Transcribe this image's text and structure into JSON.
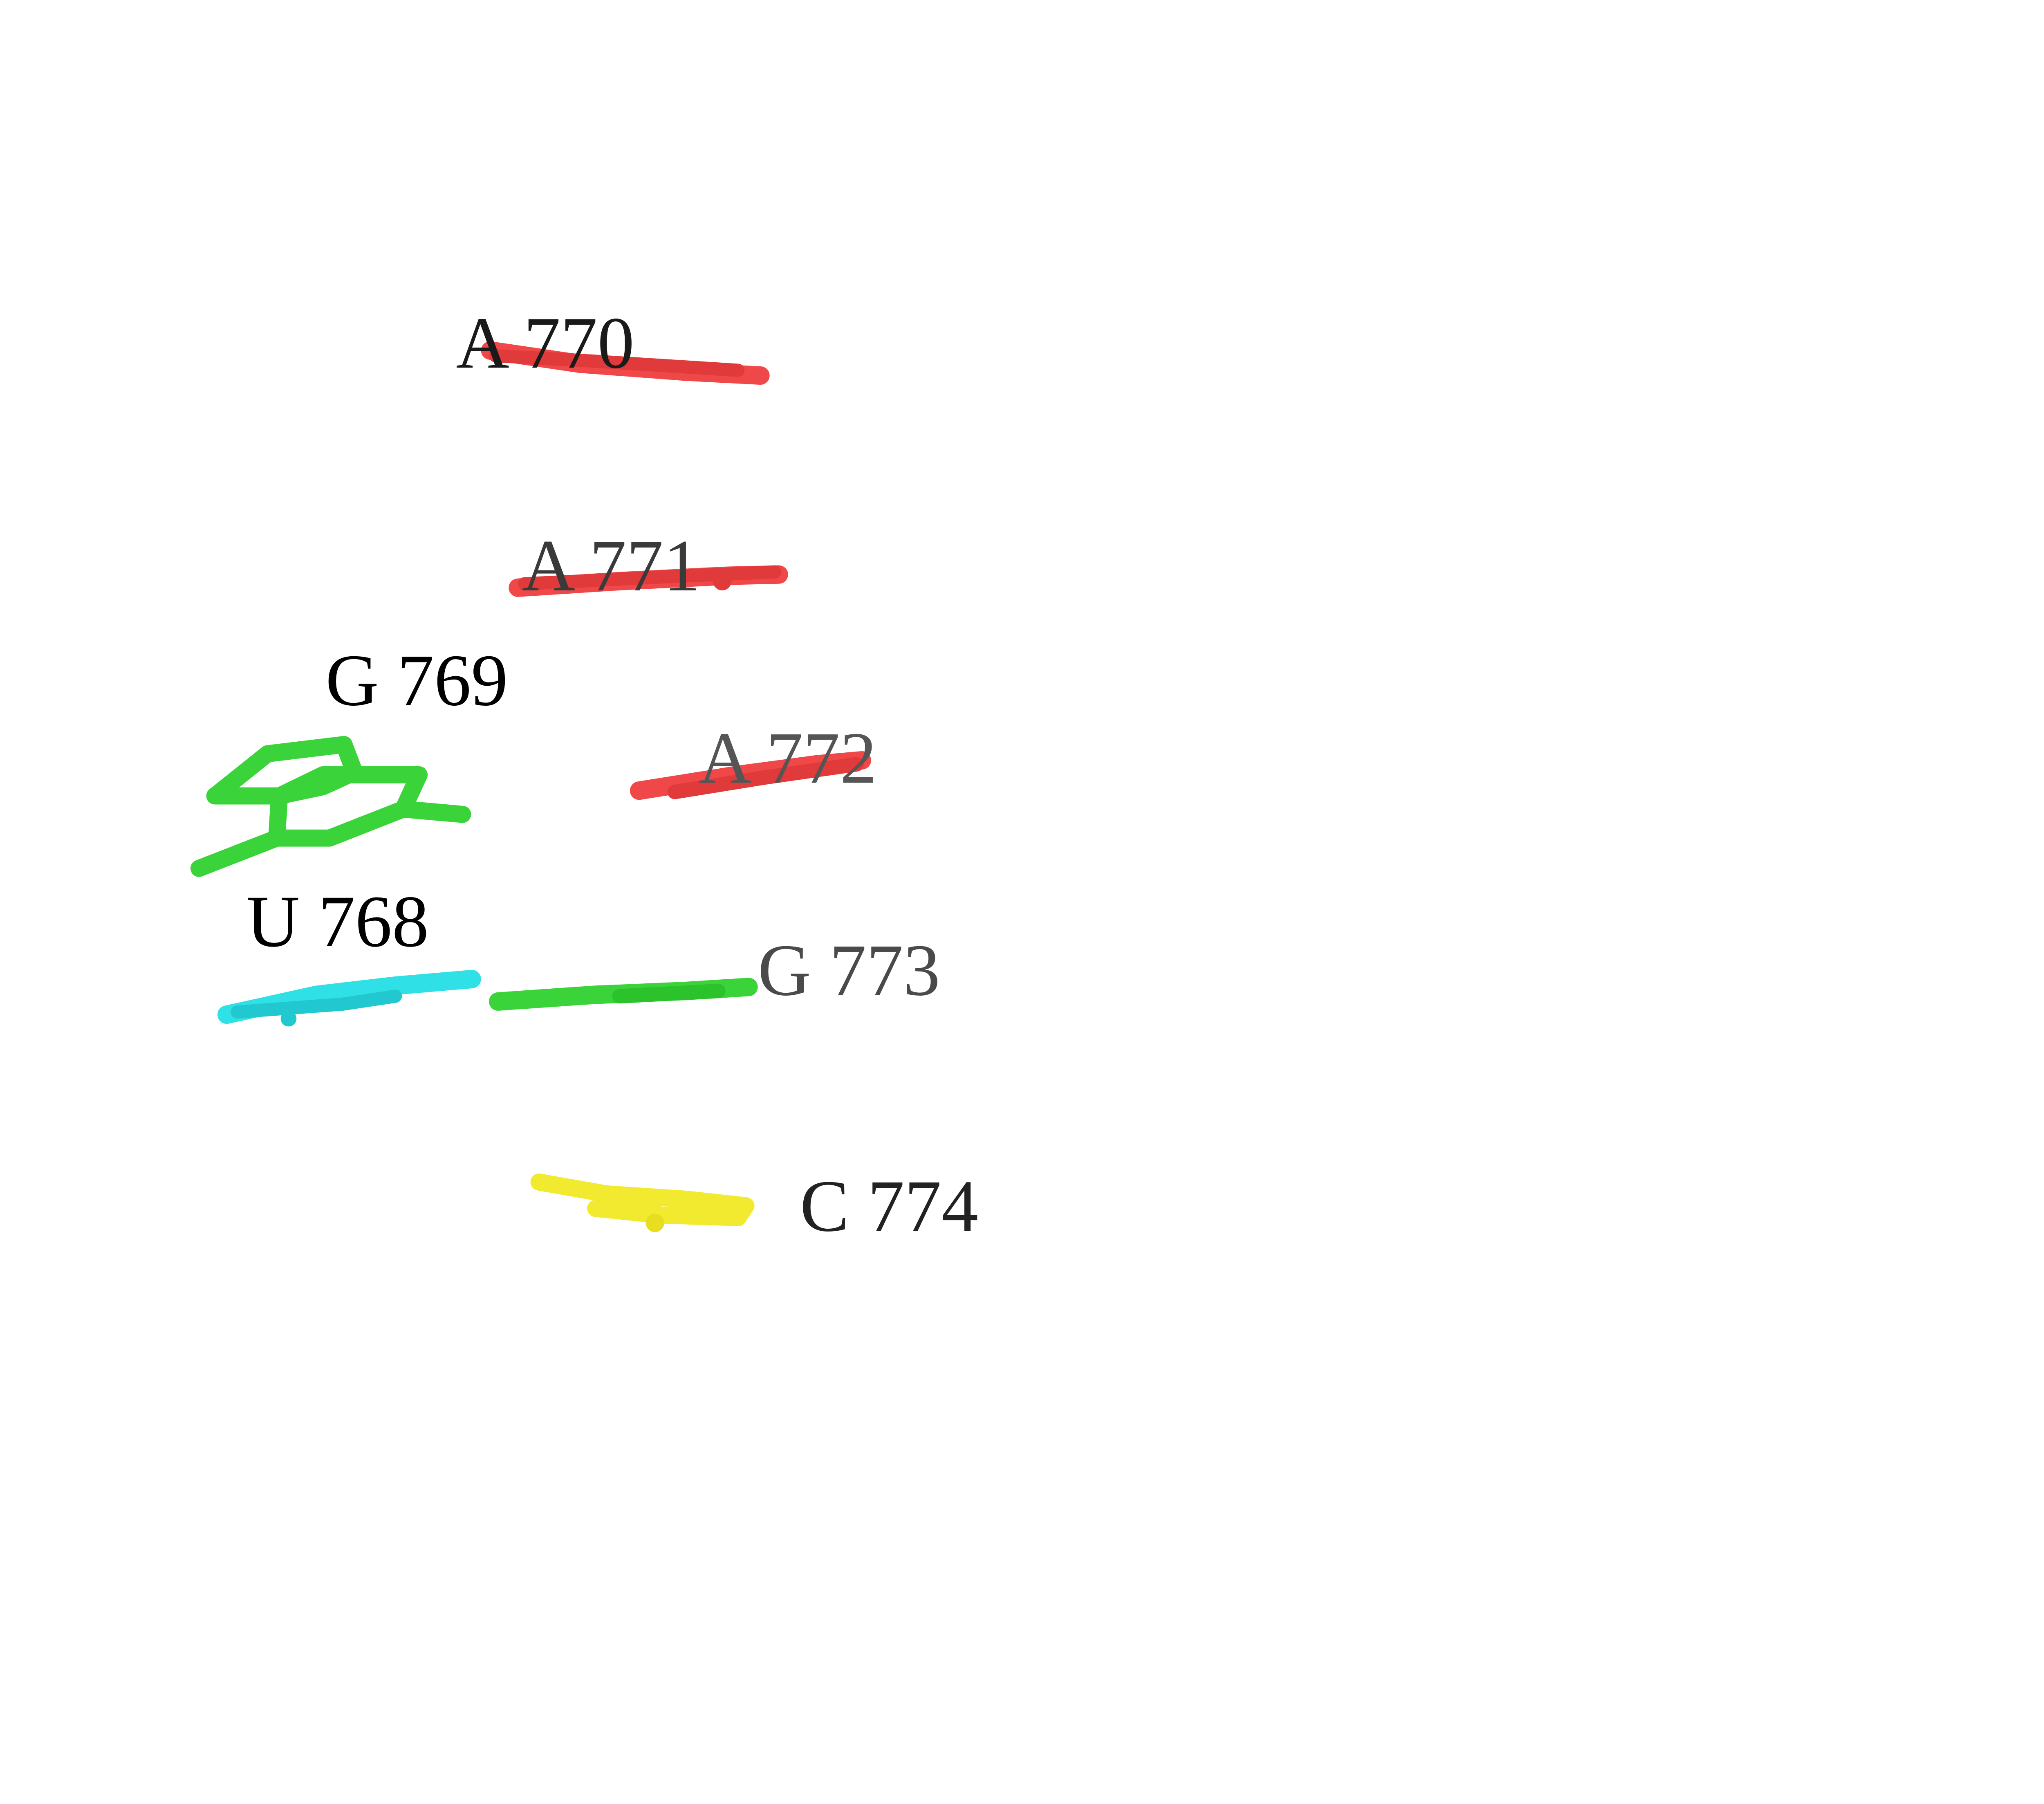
{
  "residues": [
    {
      "id": "A770",
      "label": "A 770",
      "base": "A",
      "color": "#f04848"
    },
    {
      "id": "A771",
      "label": "A 771",
      "base": "A",
      "color": "#f04848"
    },
    {
      "id": "G769",
      "label": "G 769",
      "base": "G",
      "color": "#3ad43a"
    },
    {
      "id": "A772",
      "label": "A 772",
      "base": "A",
      "color": "#f04848"
    },
    {
      "id": "U768",
      "label": "U 768",
      "base": "U",
      "color": "#2fe0e6"
    },
    {
      "id": "G773",
      "label": "G 773",
      "base": "G",
      "color": "#3ad43a"
    },
    {
      "id": "C774",
      "label": "C 774",
      "base": "C",
      "color": "#f2ea2e"
    }
  ]
}
